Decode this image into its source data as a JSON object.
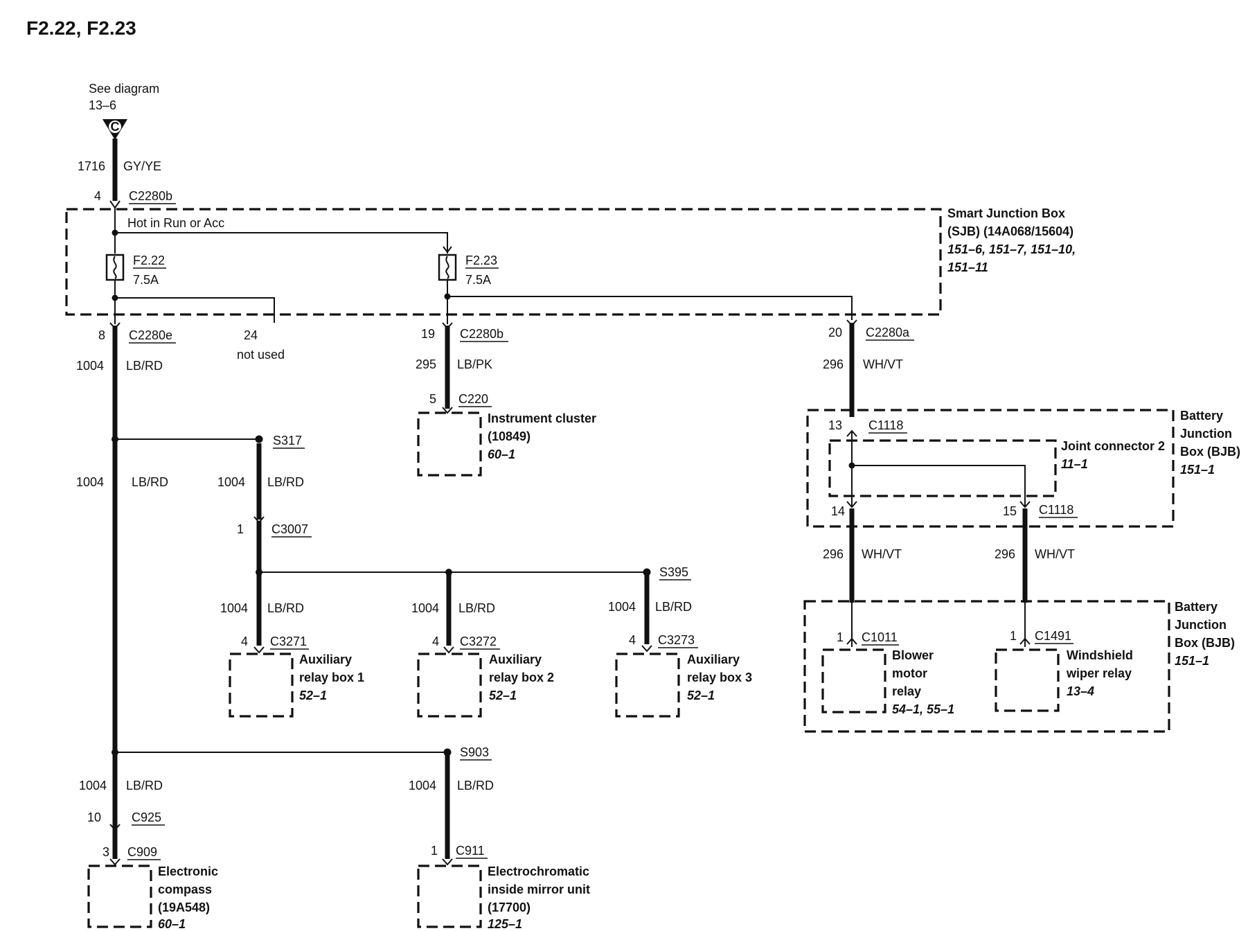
{
  "title": "F2.22, F2.23",
  "see_diagram": [
    "See diagram",
    "13–6"
  ],
  "entry": {
    "connector_letter": "C",
    "circuit": "1716",
    "color": "GY/YE",
    "pin": "4",
    "connector": "C2280b"
  },
  "sjb": {
    "hot_label": "Hot in Run or Acc",
    "name": [
      "Smart Junction Box",
      "(SJB) (14A068/15604)"
    ],
    "refs": [
      "151–6, 151–7, 151–10,",
      "151–11"
    ]
  },
  "fuses": [
    {
      "id": "F2.22",
      "rating": "7.5A"
    },
    {
      "id": "F2.23",
      "rating": "7.5A"
    }
  ],
  "outputs": {
    "f222": {
      "pin": "8",
      "connector": "C2280e",
      "circuit": "1004",
      "color": "LB/RD"
    },
    "unused": {
      "pin": "24",
      "note": "not used"
    },
    "f223": {
      "pin": "19",
      "connector": "C2280b",
      "circuit": "295",
      "color": "LB/PK"
    },
    "c2280a": {
      "pin": "20",
      "connector": "C2280a",
      "circuit": "296",
      "color": "WH/VT"
    }
  },
  "instrument_cluster": {
    "pin": "5",
    "connector": "C220",
    "name": [
      "Instrument cluster",
      "(10849)"
    ],
    "ref": "60–1"
  },
  "left_main": {
    "circuit": "1004",
    "color": "LB/RD"
  },
  "s317": {
    "splice": "S317",
    "circuit": "1004",
    "color": "LB/RD",
    "pin": "1",
    "connector": "C3007"
  },
  "s395": {
    "splice": "S395"
  },
  "relay_boxes": [
    {
      "circuit": "1004",
      "color": "LB/RD",
      "pin": "4",
      "connector": "C3271",
      "name": [
        "Auxiliary",
        "relay box 1"
      ],
      "ref": "52–1"
    },
    {
      "circuit": "1004",
      "color": "LB/RD",
      "pin": "4",
      "connector": "C3272",
      "name": [
        "Auxiliary",
        "relay box 2"
      ],
      "ref": "52–1"
    },
    {
      "circuit": "1004",
      "color": "LB/RD",
      "pin": "4",
      "connector": "C3273",
      "name": [
        "Auxiliary",
        "relay box 3"
      ],
      "ref": "52–1"
    }
  ],
  "s903": {
    "splice": "S903"
  },
  "compass": {
    "circuit": "1004",
    "color": "LB/RD",
    "pin1": "10",
    "connector1": "C925",
    "pin2": "3",
    "connector2": "C909",
    "name": [
      "Electronic",
      "compass",
      "(19A548)"
    ],
    "ref": "60–1"
  },
  "mirror": {
    "circuit": "1004",
    "color": "LB/RD",
    "pin": "1",
    "connector": "C911",
    "name": [
      "Electrochromatic",
      "inside mirror unit",
      "(17700)"
    ],
    "ref": "125–1"
  },
  "bjb_upper": {
    "name": [
      "Battery",
      "Junction",
      "Box (BJB)"
    ],
    "ref": "151–1",
    "in_pin": "13",
    "in_connector": "C1118",
    "joint_name": "Joint connector 2",
    "joint_ref": "11–1",
    "out_pin_left": "14",
    "out_pin_right": "15",
    "out_connector": "C1118"
  },
  "bjb_lower": {
    "name": [
      "Battery",
      "Junction",
      "Box (BJB)"
    ],
    "ref": "151–1",
    "wires": [
      {
        "circuit": "296",
        "color": "WH/VT"
      },
      {
        "circuit": "296",
        "color": "WH/VT"
      }
    ]
  },
  "blower": {
    "pin": "1",
    "connector": "C1011",
    "name": [
      "Blower",
      "motor",
      "relay"
    ],
    "ref": "54–1, 55–1"
  },
  "wiper": {
    "pin": "1",
    "connector": "C1491",
    "name": [
      "Windshield",
      "wiper relay"
    ],
    "ref": "13–4"
  }
}
